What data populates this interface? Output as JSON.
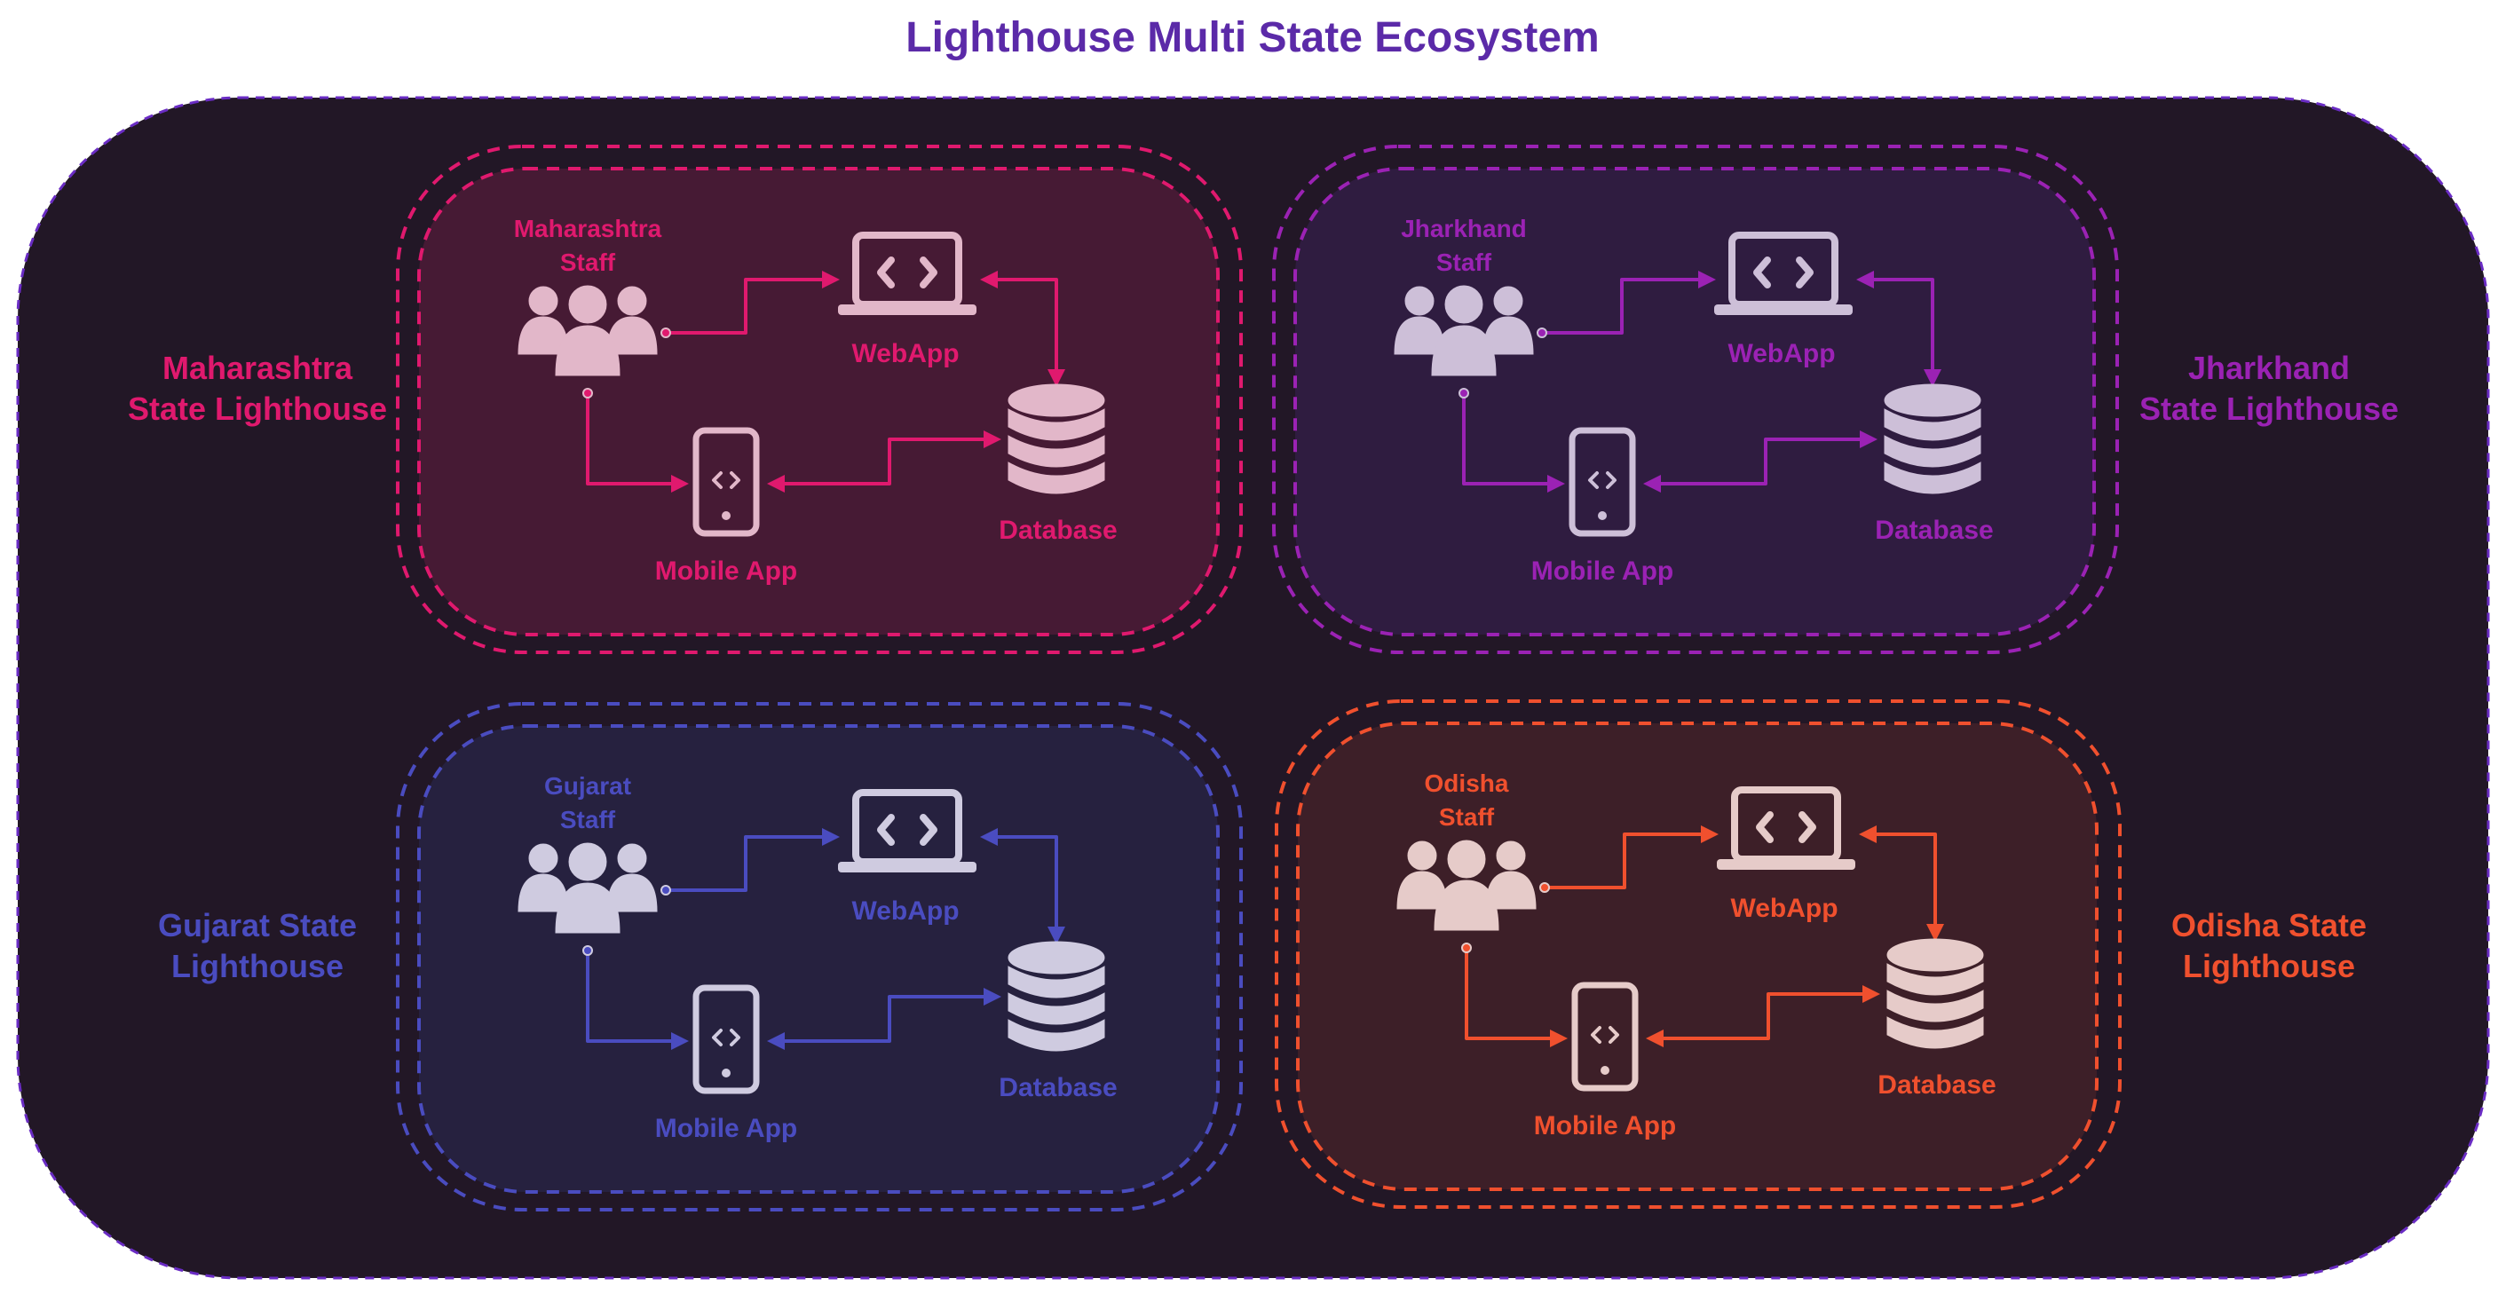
{
  "title": "Lighthouse Multi State Ecosystem",
  "colors": {
    "title": "#5b2aa8",
    "background": "#221726",
    "outline": "#6a2cc4"
  },
  "states": [
    {
      "key": "maharashtra",
      "label": [
        "Maharashtra",
        "State Lighthouse"
      ],
      "staff": [
        "Maharashtra",
        "Staff"
      ],
      "webapp": "WebApp",
      "database": "Database",
      "mobile": "Mobile App",
      "accent": "#e0196e",
      "panel": "#461a34",
      "icon": "#e2b7c9"
    },
    {
      "key": "jharkhand",
      "label": [
        "Jharkhand",
        "State Lighthouse"
      ],
      "staff": [
        "Jharkhand",
        "Staff"
      ],
      "webapp": "WebApp",
      "database": "Database",
      "mobile": "Mobile App",
      "accent": "#9b22b4",
      "panel": "#2f1c40",
      "icon": "#cdbfd8"
    },
    {
      "key": "gujarat",
      "label": [
        "Gujarat State",
        "Lighthouse"
      ],
      "staff": [
        "Gujarat",
        "Staff"
      ],
      "webapp": "WebApp",
      "database": "Database",
      "mobile": "Mobile App",
      "accent": "#4a4cc0",
      "panel": "#26213f",
      "icon": "#cfcbe0"
    },
    {
      "key": "odisha",
      "label": [
        "Odisha State",
        "Lighthouse"
      ],
      "staff": [
        "Odisha",
        "Staff"
      ],
      "webapp": "WebApp",
      "database": "Database",
      "mobile": "Mobile App",
      "accent": "#f0502e",
      "panel": "#3d1f28",
      "icon": "#e6cbc9"
    }
  ]
}
